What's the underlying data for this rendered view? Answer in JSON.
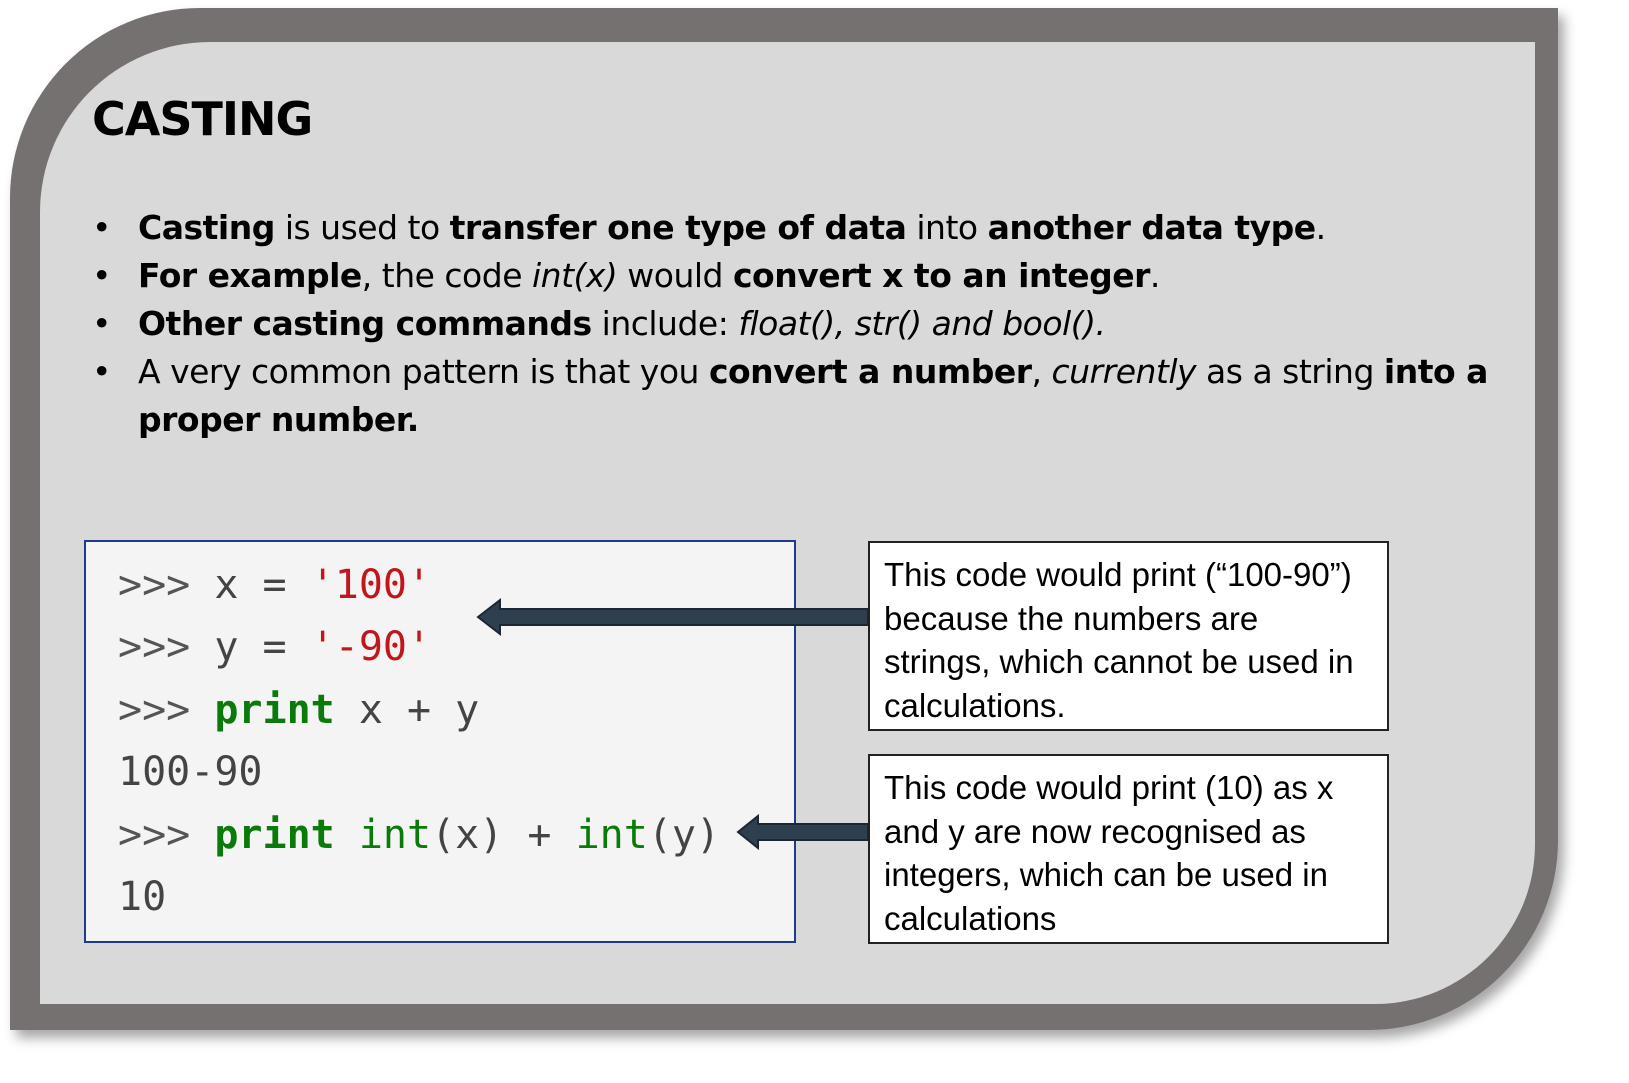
{
  "slide": {
    "title": "CASTING",
    "bullets": [
      [
        {
          "text": "Casting",
          "style": "bold"
        },
        {
          "text": " is used to ",
          "style": "normal"
        },
        {
          "text": "transfer one type of data",
          "style": "bold"
        },
        {
          "text": " into ",
          "style": "normal"
        },
        {
          "text": "another data type",
          "style": "bold"
        },
        {
          "text": ".",
          "style": "normal"
        }
      ],
      [
        {
          "text": "For example",
          "style": "bold"
        },
        {
          "text": ", the code ",
          "style": "normal"
        },
        {
          "text": "int(x)",
          "style": "italic"
        },
        {
          "text": " would ",
          "style": "normal"
        },
        {
          "text": "convert x to an integer",
          "style": "bold"
        },
        {
          "text": ".",
          "style": "normal"
        }
      ],
      [
        {
          "text": "Other casting commands",
          "style": "bold"
        },
        {
          "text": " include: ",
          "style": "normal"
        },
        {
          "text": "float(), str() and bool().",
          "style": "italic"
        }
      ],
      [
        {
          "text": "A very common pattern is that you ",
          "style": "normal"
        },
        {
          "text": "convert a number",
          "style": "bold"
        },
        {
          "text": ", ",
          "style": "normal"
        },
        {
          "text": "currently",
          "style": "italic"
        },
        {
          "text": " as a string ",
          "style": "normal"
        },
        {
          "text": "into a proper number.",
          "style": "bold"
        }
      ]
    ]
  },
  "code": {
    "lines": [
      [
        {
          "text": ">>> ",
          "cls": "prompt"
        },
        {
          "text": "x = ",
          "cls": "plain"
        },
        {
          "text": "'100'",
          "cls": "str"
        }
      ],
      [
        {
          "text": ">>> ",
          "cls": "prompt"
        },
        {
          "text": "y = ",
          "cls": "plain"
        },
        {
          "text": "'-90'",
          "cls": "str"
        }
      ],
      [
        {
          "text": ">>> ",
          "cls": "prompt"
        },
        {
          "text": "print",
          "cls": "kw"
        },
        {
          "text": " x + y",
          "cls": "plain"
        }
      ],
      [
        {
          "text": "100-90",
          "cls": "plain"
        }
      ],
      [
        {
          "text": ">>> ",
          "cls": "prompt"
        },
        {
          "text": "print",
          "cls": "kw"
        },
        {
          "text": " ",
          "cls": "plain"
        },
        {
          "text": "int",
          "cls": "fn"
        },
        {
          "text": "(x) + ",
          "cls": "plain"
        },
        {
          "text": "int",
          "cls": "fn"
        },
        {
          "text": "(y)",
          "cls": "plain"
        }
      ],
      [
        {
          "text": "10",
          "cls": "plain"
        }
      ]
    ]
  },
  "callouts": [
    {
      "text": "This code would print (“100-90”) because the numbers are strings, which cannot be used in calculations."
    },
    {
      "text": "This code would print (10) as x and y are now recognised as integers, which can be used in calculations"
    }
  ],
  "colors": {
    "frame": "#767171",
    "panel": "#d9d9d9",
    "code_border": "#1f3a8a",
    "string": "#c0161c",
    "keyword": "#0a7a0a",
    "arrow": "#2e3f4f"
  }
}
